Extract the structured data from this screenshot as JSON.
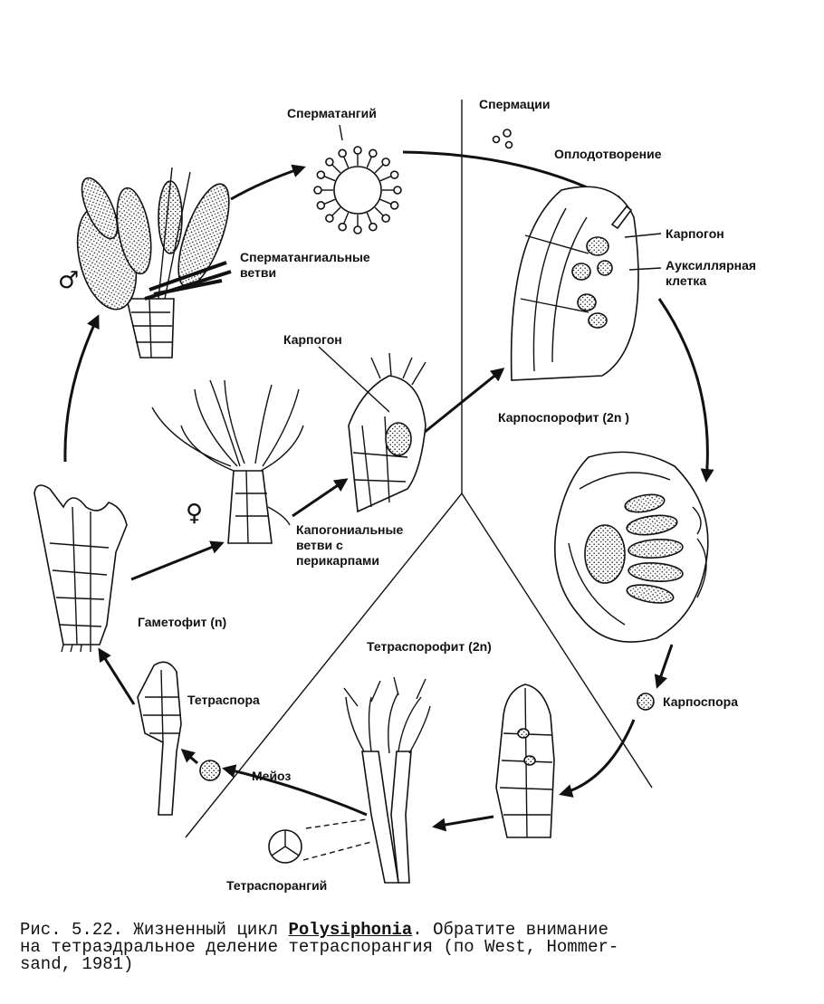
{
  "diagram": {
    "labels": {
      "spermatangium": "Сперматангий",
      "spermatia": "Спермации",
      "fertilization": "Оплодотворение",
      "carpogon_top": "Карпогон",
      "auxiliary_1": "Ауксиллярная",
      "auxiliary_2": "клетка",
      "spermatangial_1": "Сперматангиальные",
      "spermatangial_2": "ветви",
      "carpogon_mid": "Карпогон",
      "carposporophyte": "Карпоспорофит (2n )",
      "carpogonial_1": "Капогониальные",
      "carpogonial_2": "ветви с",
      "carpogonial_3": "перикарпами",
      "gametophyte": "Гаметофит (n)",
      "tetrasporophyte": "Тетраспорофит (2n)",
      "tetraspore": "Тетраспора",
      "carpospore": "Карпоспора",
      "meiosis": "Мейоз",
      "tetrasporangium": "Тетраспорангий"
    },
    "male_symbol": "♂",
    "female_symbol": "♀"
  },
  "caption": {
    "part1": "Рис. 5.22. Жизненный цикл ",
    "genus": "Polysiphonia",
    "part2": ". Обратите внимание\nна тетраэдральное деление тетраспорангия (по West, Hommer-\nsand, 1981)"
  }
}
